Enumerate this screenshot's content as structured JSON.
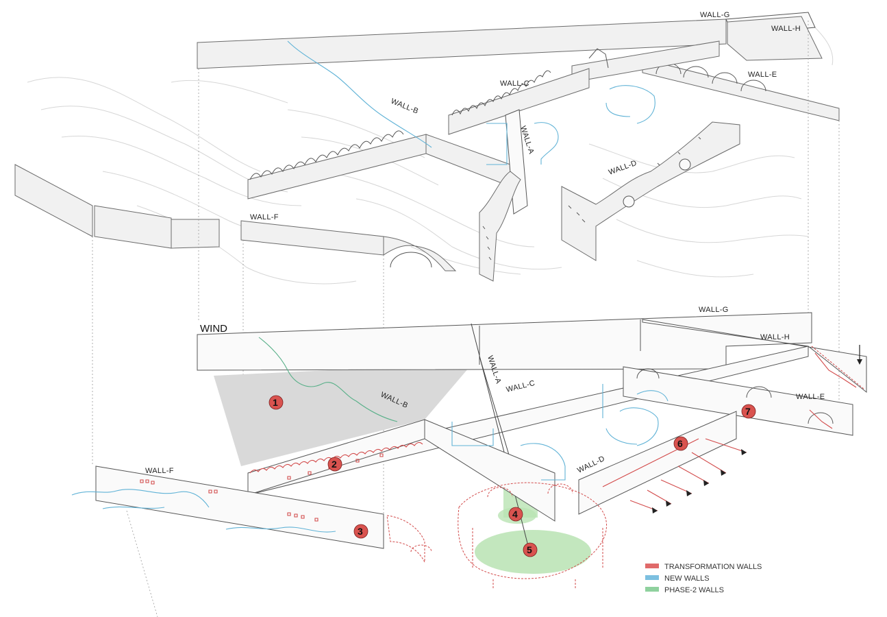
{
  "labels": {
    "wall_g_top": "WALL-G",
    "wall_h_top": "WALL-H",
    "wall_e_top": "WALL-E",
    "wall_c_top": "WALL-C",
    "wall_b_top": "WALL-B",
    "wall_a_top": "WALL-A",
    "wall_d_top": "WALL-D",
    "wall_f_top": "WALL-F",
    "wind": "WIND",
    "wall_g_bot": "WALL-G",
    "wall_h_bot": "WALL-H",
    "wall_a_bot": "WALL-A",
    "wall_c_bot": "WALL-C",
    "wall_b_bot": "WALL-B",
    "wall_e_bot": "WALL-E",
    "wall_d_bot": "WALL-D",
    "wall_f_bot": "WALL-F"
  },
  "markers": [
    "1",
    "2",
    "3",
    "4",
    "5",
    "6",
    "7"
  ],
  "legend": [
    {
      "label": "TRANSFORMATION WALLS",
      "color": "#e06a6a"
    },
    {
      "label": "NEW WALLS",
      "color": "#7cc0e0"
    },
    {
      "label": "PHASE-2 WALLS",
      "color": "#8fd19e"
    }
  ],
  "colors": {
    "marker_fill": "#d9534f",
    "wind_zone": "#d9d9d9",
    "phase2_zone": "#b9e3b3"
  }
}
